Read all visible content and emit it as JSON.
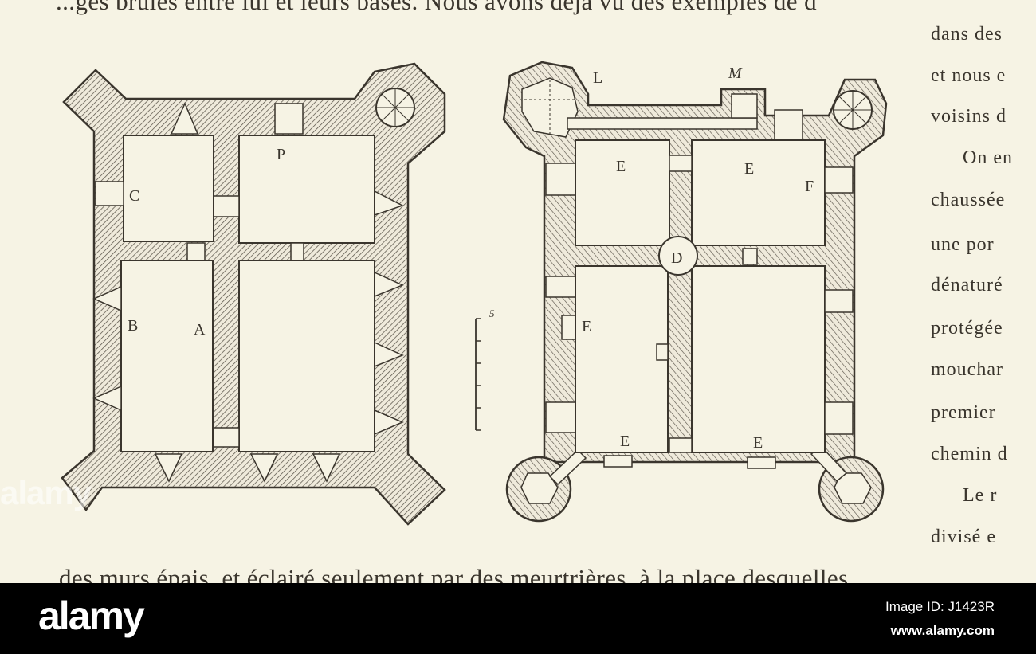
{
  "document": {
    "top_line": "...ges brûlés entre lui et leurs bases. Nous avons déjà vu des exemples de d",
    "bottom_line": "des murs épais, et éclairé seulement par des meurtrières, à la place desquelles",
    "right_column": [
      "dans des",
      "et nous e",
      "voisins d",
      "On en",
      "chaussée",
      "une por",
      "dénaturé",
      "protégée",
      "mouchar",
      "premier",
      "chemin d",
      "Le r",
      "divisé e"
    ]
  },
  "plan_left": {
    "labels": {
      "c": "C",
      "p": "P",
      "b": "B",
      "a": "A"
    }
  },
  "plan_right": {
    "labels": {
      "l": "L",
      "m": "M",
      "e1": "E",
      "e2": "E",
      "f": "F",
      "d": "D",
      "e3": "E",
      "e4": "E",
      "e5": "E"
    }
  },
  "scale": {
    "label": "5"
  },
  "watermark": {
    "text": "alamy"
  },
  "footer": {
    "logo": "alamy",
    "image_id": "Image ID: J1423R",
    "site": "www.alamy.com"
  },
  "colors": {
    "paper": "#f6f3e4",
    "ink": "#3a352d",
    "footer_bg": "#000000",
    "footer_text": "#ffffff"
  }
}
